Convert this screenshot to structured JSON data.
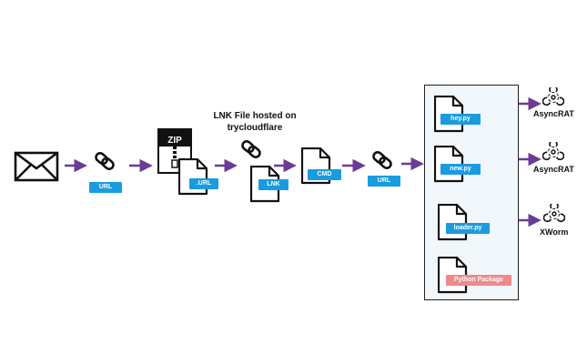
{
  "diagram": {
    "tags": {
      "url_1": "URL",
      "url_file": ".URL",
      "lnk": "LNK",
      "cmd": "CMD",
      "url_2": "URL",
      "hey_py": "hey.py",
      "new_py": "new.py",
      "loader_py": "loader.py",
      "python_package": "Python Package"
    },
    "zip_label": "ZIP",
    "lnk_title": [
      "LNK File hosted on",
      "trycloudflare"
    ],
    "payloads": [
      "AsyncRAT",
      "AsyncRAT",
      "XWorm"
    ],
    "colors": {
      "arrow": "#6b3c96",
      "tag_blue": "#1a9be0",
      "tag_pink": "#ee8a8a",
      "panel_bg": "#f1f7fb"
    }
  }
}
